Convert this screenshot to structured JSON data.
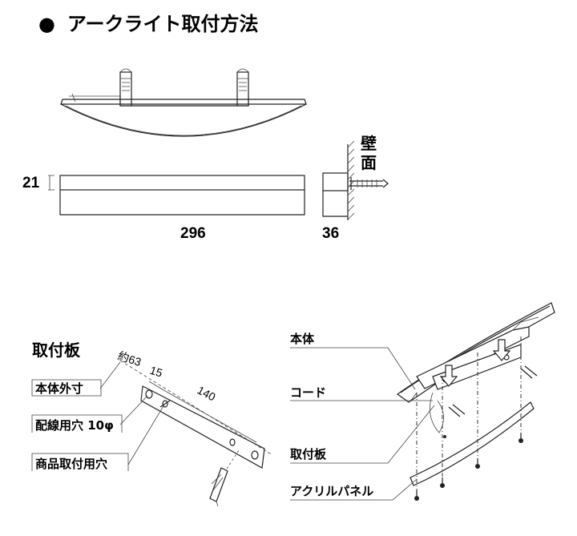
{
  "title": "アークライト取付方法",
  "bullet": "●",
  "dimensions": {
    "height": "21",
    "width": "296",
    "depth": "36"
  },
  "wall_label_1": "壁",
  "wall_label_2": "面",
  "plate": {
    "heading": "取付板",
    "dim_outer": "約63",
    "dim_15": "15",
    "dim_140": "140",
    "label_outer": "本体外寸",
    "label_wiring_hole": "配線用穴 10φ",
    "label_mount_hole": "商品取付用穴"
  },
  "assembly": {
    "label_body": "本体",
    "label_cord": "コード",
    "label_plate": "取付板",
    "label_panel": "アクリルパネル"
  }
}
